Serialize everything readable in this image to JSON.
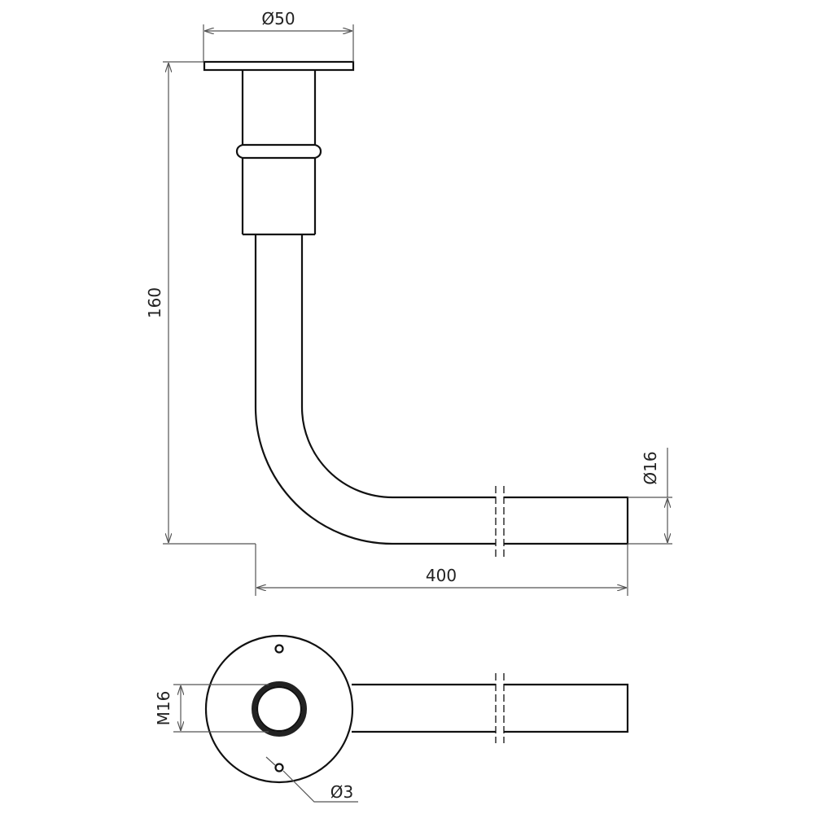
{
  "title": "Angled pipe bracket technical drawing",
  "dimensions": {
    "plate_diameter": "Ø50",
    "height": "160",
    "length": "400",
    "pipe_diameter": "Ø16",
    "thread": "M16",
    "hole_diameter": "Ø3"
  },
  "colors": {
    "line": "#111111",
    "dimension": "#555555"
  }
}
